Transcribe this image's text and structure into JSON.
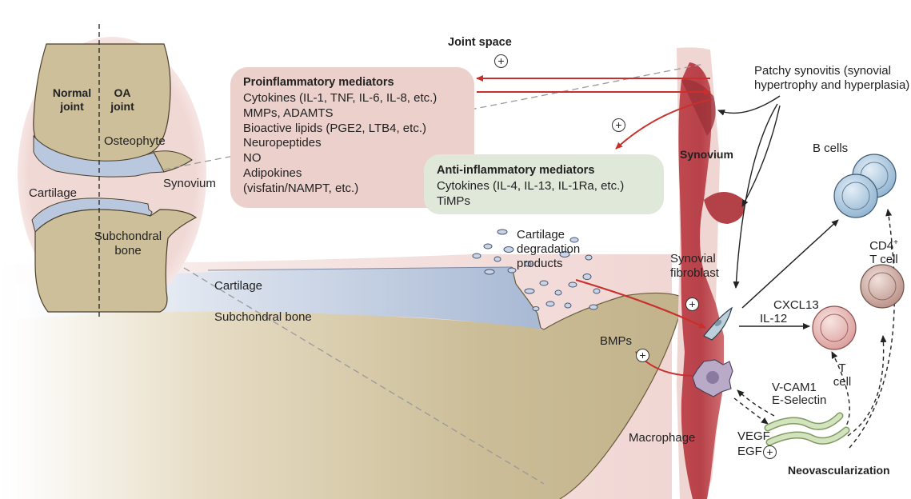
{
  "labels": {
    "joint_space": "Joint space",
    "normal_joint": "Normal joint",
    "oa_joint": "OA joint",
    "osteophyte": "Osteophyte",
    "cartilage_inset": "Cartilage",
    "synovium_inset": "Synovium",
    "subchondral_inset": "Subchondral bone",
    "cartilage_main": "Cartilage",
    "subchondral_main": "Subchondral bone",
    "cartilage_degradation": "Cartilage degradation products",
    "synovium_main": "Synovium",
    "patchy_synovitis": "Patchy synovitis (synovial hypertrophy and hyperplasia)",
    "synovial_fibroblast": "Synovial fibroblast",
    "b_cells": "B cells",
    "cd4": "CD4",
    "cd4_sup": "+",
    "t_cell_cd4": "T cell",
    "cxcl13": "CXCL13",
    "il12": "IL-12",
    "t_cell": "T cell",
    "bmps": "BMPs",
    "vcam": "V-CAM1",
    "eselectin": "E-Selectin",
    "macrophage": "Macrophage",
    "vegf": "VEGF",
    "egf": "EGF",
    "neovascularization": "Neovascularization"
  },
  "proinflammatory": {
    "title": "Proinflammatory mediators",
    "items": [
      "Cytokines (IL-1, TNF, IL-6, IL-8, etc.)",
      "MMPs, ADAMTS",
      "Bioactive lipids (PGE2, LTB4, etc.)",
      "Neuropeptides",
      "NO",
      "Adipokines",
      "(visfatin/NAMPT, etc.)"
    ]
  },
  "antiinflammatory": {
    "title": "Anti-inflammatory mediators",
    "items": [
      "Cytokines (IL-4, IL-13, IL-1Ra, etc.)",
      "TiMPs"
    ]
  },
  "colors": {
    "background": "#ffffff",
    "pink_halo": "#f2dcd9",
    "bone_tan": "#cdbf9a",
    "cartilage_blue": "#bcc9de",
    "synovium_red": "#b84a4f",
    "pro_box": "#ecd0cc",
    "anti_box": "#dfe8d9",
    "arrow_red": "#c9302c",
    "bcell_blue": "#9bbcd6",
    "tcell_pink": "#e4b2b0",
    "cd4_mauve": "#c9a49b",
    "vessel_green": "#cfe0b8"
  }
}
